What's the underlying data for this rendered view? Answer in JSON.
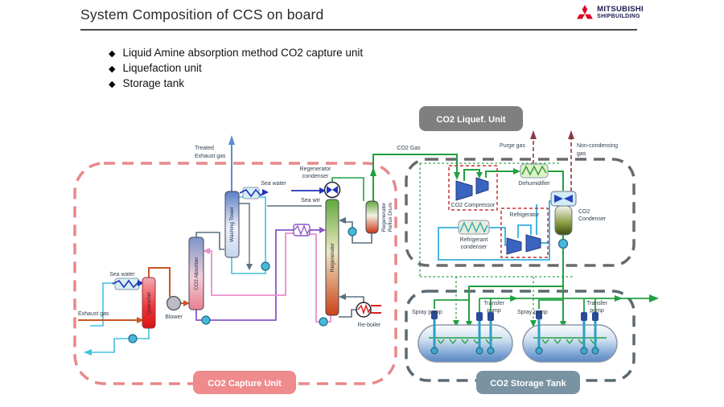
{
  "slide": {
    "title": "System Composition of CCS on board",
    "logo": {
      "mark": "mitsubishi-three-diamonds",
      "line1": "MITSUBISHI",
      "line2": "SHIPBUILDING",
      "red": "#e00024",
      "navy": "#1b1b4d"
    },
    "bullet_glyph": "◆",
    "bullets": [
      "Liquid Amine absorption method CO2 capture unit",
      "Liquefaction unit",
      "Storage tank"
    ]
  },
  "diagram": {
    "units": {
      "capture": {
        "label": "CO2 Capture Unit",
        "accent": "#ef8a8d"
      },
      "liquefaction": {
        "label": "CO2 Liquef. Unit",
        "accent": "#7f7f7f"
      },
      "storage": {
        "label": "CO2 Storage Tank",
        "accent": "#7a93a3"
      }
    },
    "equipment": {
      "washing_tower": "Washing Tower",
      "co2_absorber": "CO2 Absorber",
      "quencher": "Quencher",
      "blower": "Blower",
      "regenerator": "Regenerator",
      "regenerator_condenser_l1": "Regenerator",
      "regenerator_condenser_l2": "condenser",
      "reflux_drum_l1": "Regenerator",
      "reflux_drum_l2": "Reflux Drum",
      "reboiler": "Re-boiler",
      "co2_compressor": "CO2 Compressor",
      "dehumidifier": "Dehumidifier",
      "refrigerator": "Refrigerator",
      "refrigerant_condenser_l1": "Refrigerant",
      "refrigerant_condenser_l2": "condenser",
      "co2_condenser_l1": "CO2",
      "co2_condenser_l2": "Condenser",
      "spray_pump": "Spray pump",
      "transfer_pump_l1": "Transfer",
      "transfer_pump_l2": "pump"
    },
    "streams": {
      "treated_exhaust_l1": "Treated",
      "treated_exhaust_l2": "Exhaust gas",
      "sea_water": "Sea water",
      "sea_wtr": "Sea wtr",
      "exhaust_gas": "Exhaust gas",
      "co2_gas": "CO2 Gas",
      "purge_gas": "Purge gas",
      "non_condensing_l1": "Non-condensing",
      "non_condensing_l2": "gas"
    },
    "colors": {
      "co2_line": "#22a040",
      "sea_water_line": "#45c0e0",
      "refrigerant_line": "#35aede",
      "rich_amine_line": "#8a55c8",
      "lean_amine_line": "#e890cc",
      "exhaust_line": "#cc5522",
      "purge_line": "#8a3a44",
      "water_line": "#5a7080",
      "steam_line": "#dd2222"
    }
  }
}
